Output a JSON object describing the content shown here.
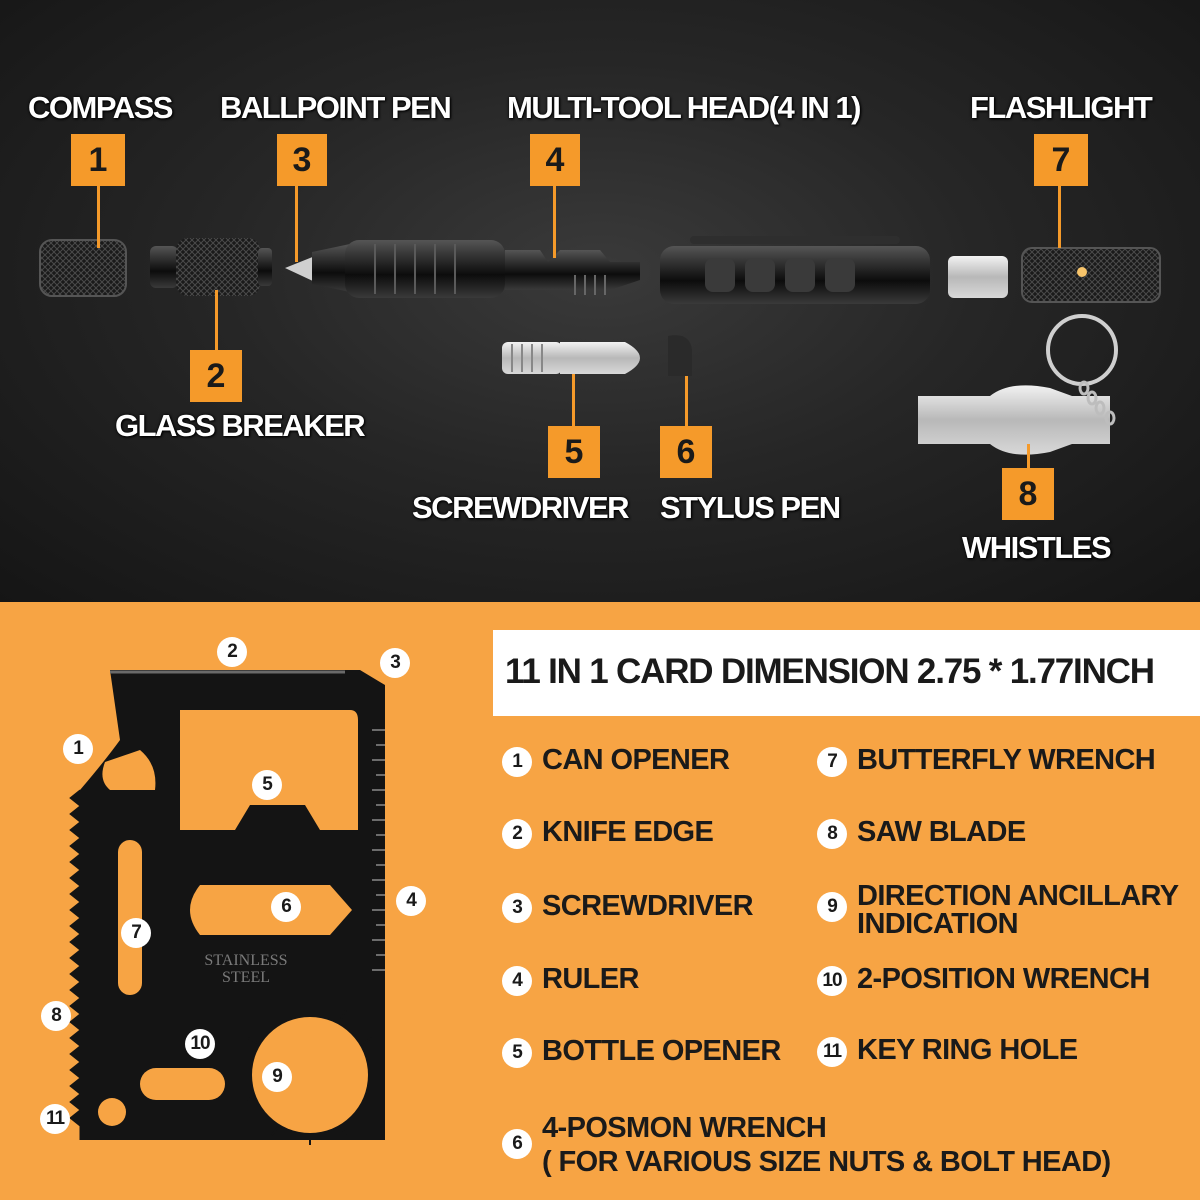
{
  "colors": {
    "accent": "#f59a2a",
    "background_top": "#1e1e1e",
    "background_bottom": "#f7a444",
    "card": "#141414"
  },
  "pen_tools": [
    {
      "num": "1",
      "label": "COMPASS"
    },
    {
      "num": "2",
      "label": "GLASS BREAKER"
    },
    {
      "num": "3",
      "label": "BALLPOINT PEN"
    },
    {
      "num": "4",
      "label": "MULTI-TOOL HEAD(4 IN 1)"
    },
    {
      "num": "5",
      "label": "SCREWDRIVER"
    },
    {
      "num": "6",
      "label": "STYLUS PEN"
    },
    {
      "num": "7",
      "label": "FLASHLIGHT"
    },
    {
      "num": "8",
      "label": "WHISTLES"
    }
  ],
  "card": {
    "title": "11 IN 1 CARD DIMENSION 2.75 * 1.77INCH",
    "engraving": [
      "STAINLESS",
      "STEEL"
    ],
    "callouts": [
      "1",
      "2",
      "3",
      "4",
      "5",
      "6",
      "7",
      "8",
      "9",
      "10",
      "11"
    ],
    "features": [
      {
        "num": "1",
        "lines": [
          "CAN OPENER"
        ]
      },
      {
        "num": "2",
        "lines": [
          "KNIFE EDGE"
        ]
      },
      {
        "num": "3",
        "lines": [
          "SCREWDRIVER"
        ]
      },
      {
        "num": "4",
        "lines": [
          "RULER"
        ]
      },
      {
        "num": "5",
        "lines": [
          "BOTTLE OPENER"
        ]
      },
      {
        "num": "6",
        "lines": [
          "4-POSMON WRENCH",
          "( FOR VARIOUS SIZE NUTS & BOLT HEAD)"
        ]
      },
      {
        "num": "7",
        "lines": [
          "BUTTERFLY WRENCH"
        ]
      },
      {
        "num": "8",
        "lines": [
          "SAW BLADE"
        ]
      },
      {
        "num": "9",
        "lines": [
          "DIRECTION ANCILLARY",
          "INDICATION"
        ]
      },
      {
        "num": "10",
        "lines": [
          "2-POSITION WRENCH"
        ]
      },
      {
        "num": "11",
        "lines": [
          "KEY RING HOLE"
        ]
      }
    ]
  }
}
